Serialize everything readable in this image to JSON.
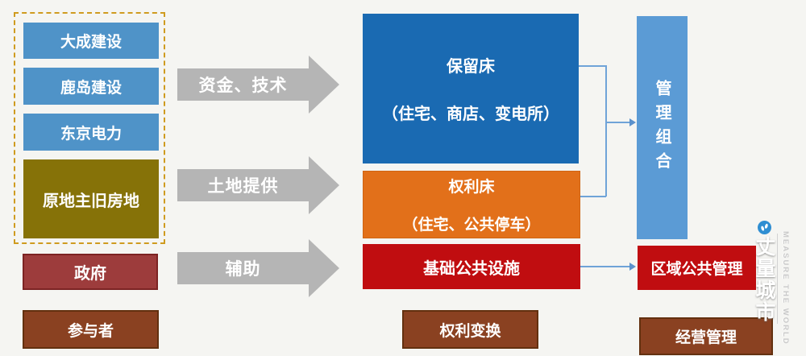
{
  "palette": {
    "background": "#f5f5f2",
    "light_blue": "#4f93c8",
    "olive": "#867208",
    "maroon": "#9d3c3c",
    "brown": "#8a4121",
    "deep_blue": "#1a6ab2",
    "orange": "#e2701a",
    "red": "#c00d10",
    "steel_blue": "#5b9bd5",
    "arrow_gray": "#b5b5b5",
    "connector_blue": "#6fa3d8",
    "dashed_frame": "#cf9b1f"
  },
  "left_panel": {
    "developers": [
      {
        "label": "大成建设"
      },
      {
        "label": "鹿岛建设"
      },
      {
        "label": "东京电力"
      },
      {
        "label": "原地主旧房地"
      }
    ],
    "government": "政府",
    "caption": "参与者"
  },
  "flows": [
    {
      "label": "资金、技术"
    },
    {
      "label": "土地提供"
    },
    {
      "label": "辅助"
    }
  ],
  "center_panel": {
    "reserved_floor": {
      "title": "保留床",
      "detail": "（住宅、商店、变电所）"
    },
    "rights_floor": {
      "title": "权利床",
      "detail": "（住宅、公共停车）"
    },
    "infrastructure": "基础公共设施",
    "caption": "权利变换"
  },
  "right_panel": {
    "management_union": "管理组合",
    "regional_management": "区域公共管理",
    "caption": "经营管理"
  },
  "watermark": {
    "name_cn": "丈量城市",
    "name_en": "MEASURE THE WORLD"
  }
}
